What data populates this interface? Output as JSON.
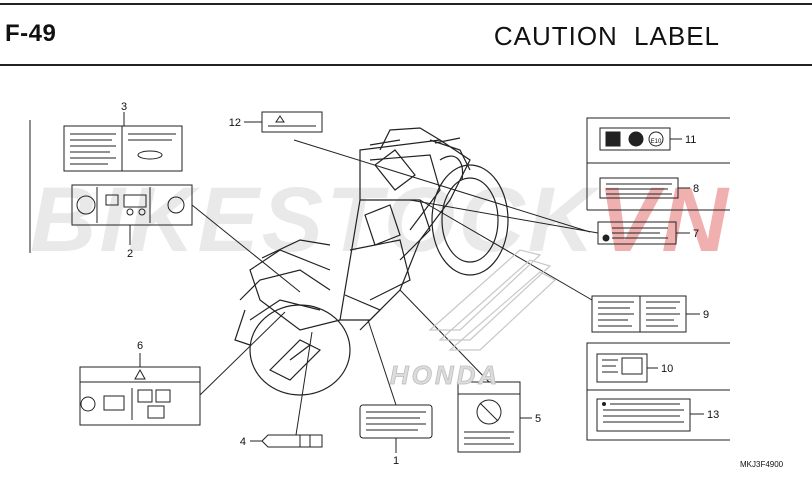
{
  "header": {
    "code": "F-49",
    "title": "CAUTION LABEL"
  },
  "watermark": {
    "text_a": "BIKESTOCK",
    "text_b": "VN"
  },
  "label_logo": "HONDA",
  "callouts": {
    "c1": "1",
    "c2": "2",
    "c3": "3",
    "c4": "4",
    "c5": "5",
    "c6": "6",
    "c7": "7",
    "c8": "8",
    "c9": "9",
    "c10": "10",
    "c11": "11",
    "c12": "12",
    "c13": "13"
  },
  "fuel_tag": "E10",
  "reference_code": "MKJ3F4900"
}
